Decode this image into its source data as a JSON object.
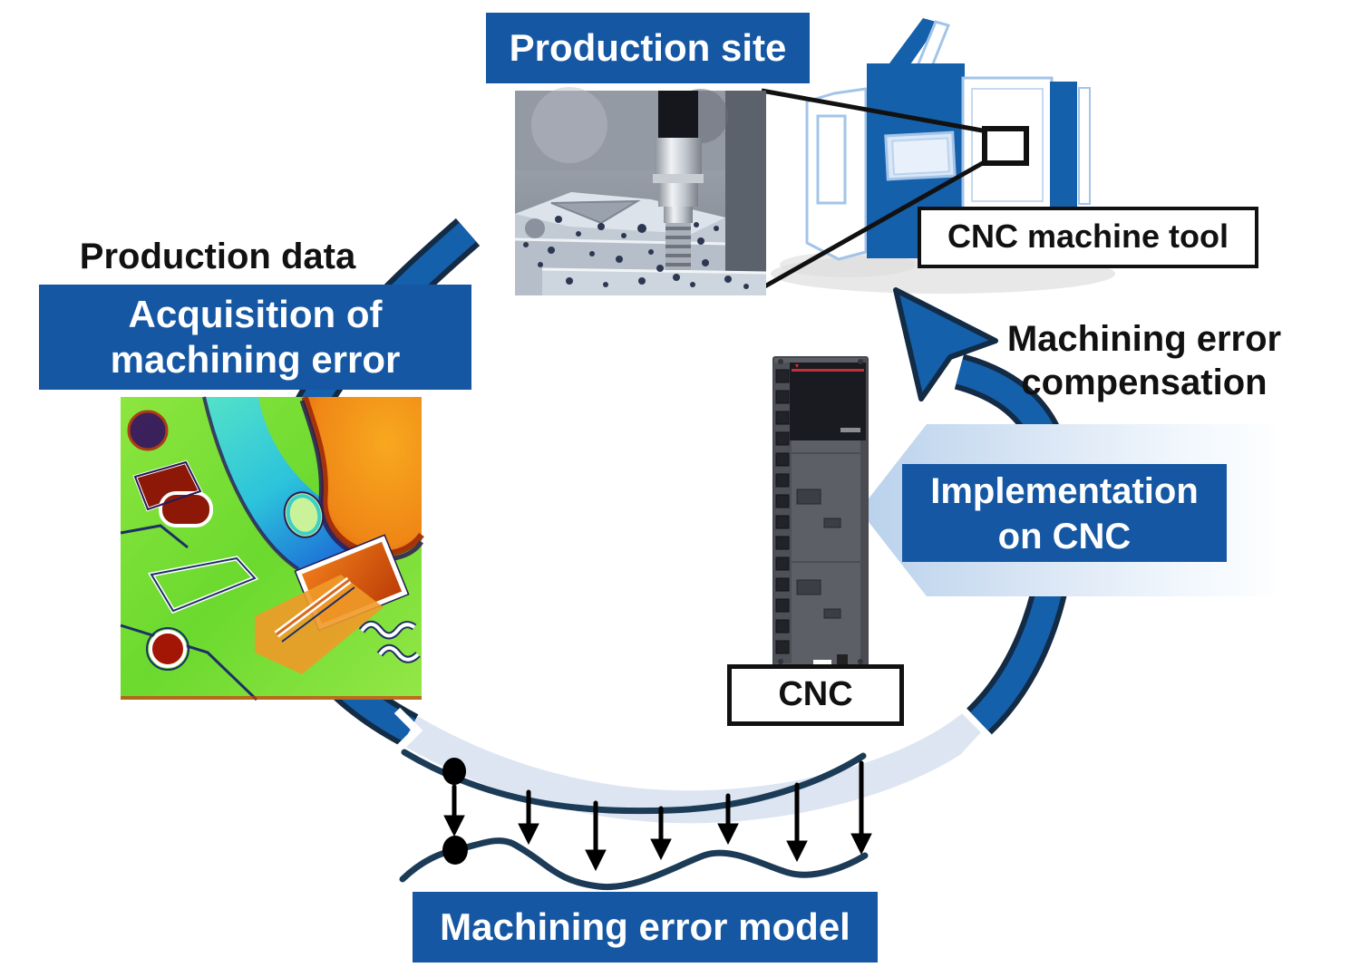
{
  "banner": {
    "production_site": "Production site"
  },
  "machine": {
    "label": "CNC machine tool"
  },
  "left": {
    "production_data": "Production data",
    "acquisition_l1": "Acquisition of",
    "acquisition_l2": "machining error"
  },
  "right": {
    "compensation_l1": "Machining error",
    "compensation_l2": "compensation",
    "implementation_l1": "Implementation",
    "implementation_l2": "on CNC"
  },
  "cnc": {
    "label": "CNC"
  },
  "model": {
    "label": "Machining error model"
  },
  "colors": {
    "primary_blue": "#1557a2",
    "arc_blue": "#1460ab",
    "arc_outline_navy": "#132b45",
    "light_band": "#dce5f1",
    "pentagon_light_blue": "#b9d1ec",
    "model_curve_navy": "#1c3b57",
    "box_border_black": "#111111"
  }
}
